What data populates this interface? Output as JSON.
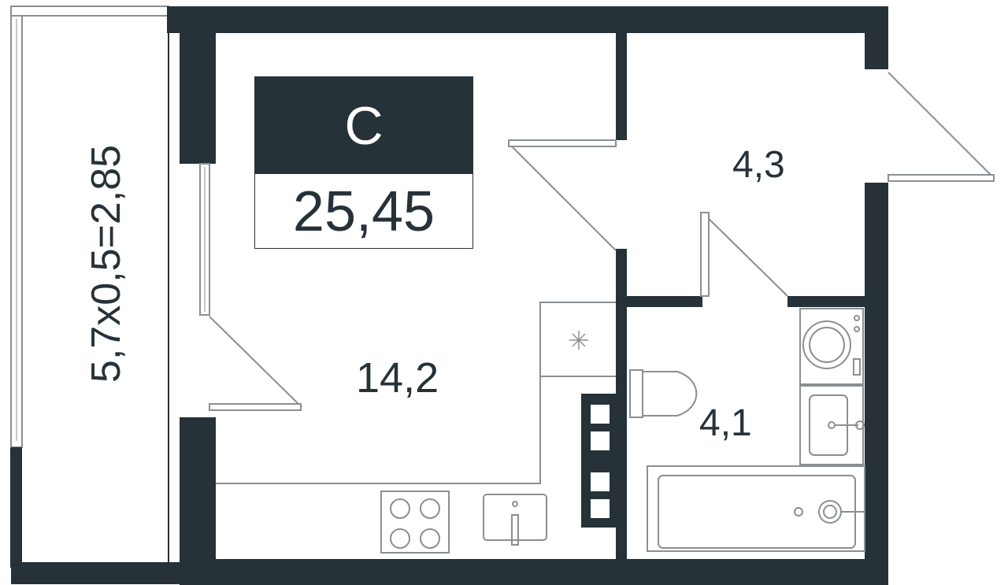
{
  "apartment": {
    "type_label": "С",
    "total_area": "25,45"
  },
  "rooms": {
    "living_area": "14,2",
    "hall_area": "4,3",
    "bathroom_area": "4,1"
  },
  "balcony": {
    "formula": "5,7х0,5=2,85"
  },
  "colors": {
    "wall": "#263238",
    "fixture_line": "#8a8f93",
    "background": "#ffffff"
  },
  "icons": [
    "balcony-window-icon",
    "stove-icon",
    "kitchen-sink-icon",
    "toilet-icon",
    "washing-machine-icon",
    "washbasin-icon",
    "bathtub-icon",
    "shelving-icon",
    "ventilation-icon",
    "door-swing-icon"
  ]
}
